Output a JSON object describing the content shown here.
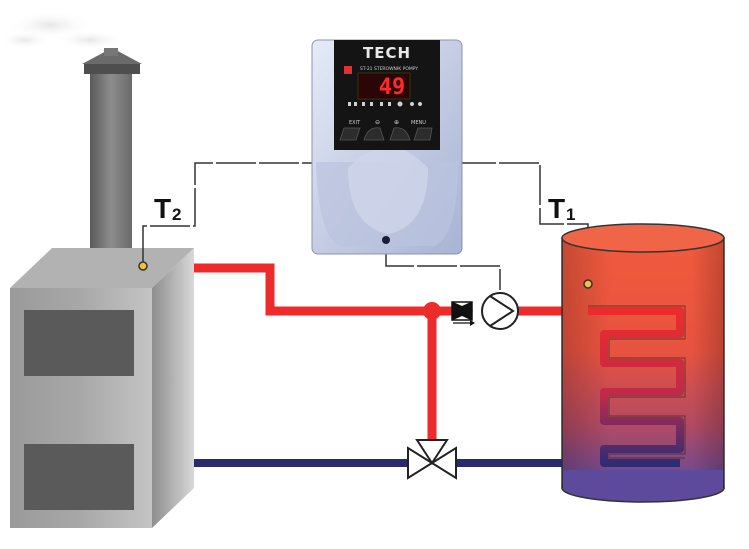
{
  "controller": {
    "brand": "TECH",
    "display_value": "49",
    "model_text": "ST-21 STEROWNIK POMPY",
    "btn_exit": "EXIT",
    "btn_minus": "⊖",
    "btn_plus": "⊕",
    "btn_menu": "MENU"
  },
  "sensors": {
    "t2": {
      "letter": "T",
      "index": "2"
    },
    "t1": {
      "letter": "T",
      "index": "1"
    }
  },
  "colors": {
    "hot_pipe": "#ee2b2b",
    "cold_pipe": "#2b2a6e",
    "boiler": "#8a8a8a",
    "tank_top": "#f0553a",
    "tank_bottom": "#6a4a9a",
    "sensor_dot": "#f3c23a"
  }
}
